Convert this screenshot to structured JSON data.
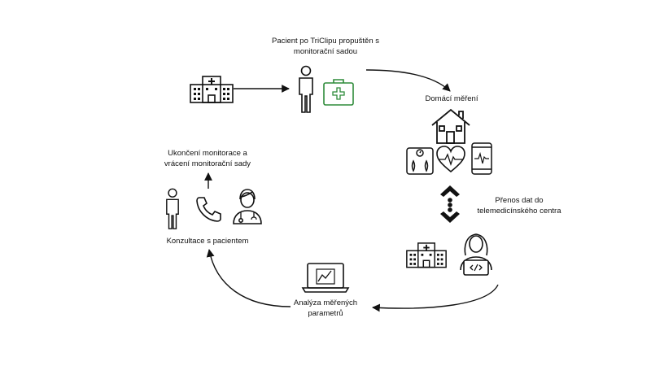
{
  "labels": {
    "discharge": "Pacient po TriClipu propuštěn s\nmonitorační sadou",
    "home": "Domácí měření",
    "transfer": "Přenos dat do\ntelemedicínského centra",
    "analysis": "Analýza měřených\nparametrů",
    "consult": "Konzultace s pacientem",
    "end": "Ukončení monitorace a\nvrácení monitorační  sady"
  },
  "colors": {
    "accent": "#2e8b3a",
    "stroke": "#111111"
  },
  "icons": [
    "hospital-icon",
    "patient-icon",
    "medical-kit-icon",
    "house-icon",
    "scale-icon",
    "heart-icon",
    "tablet-ecg-icon",
    "transfer-arrows-icon",
    "doctor-laptop-icon",
    "laptop-chart-icon",
    "phone-icon",
    "doctor-icon"
  ]
}
